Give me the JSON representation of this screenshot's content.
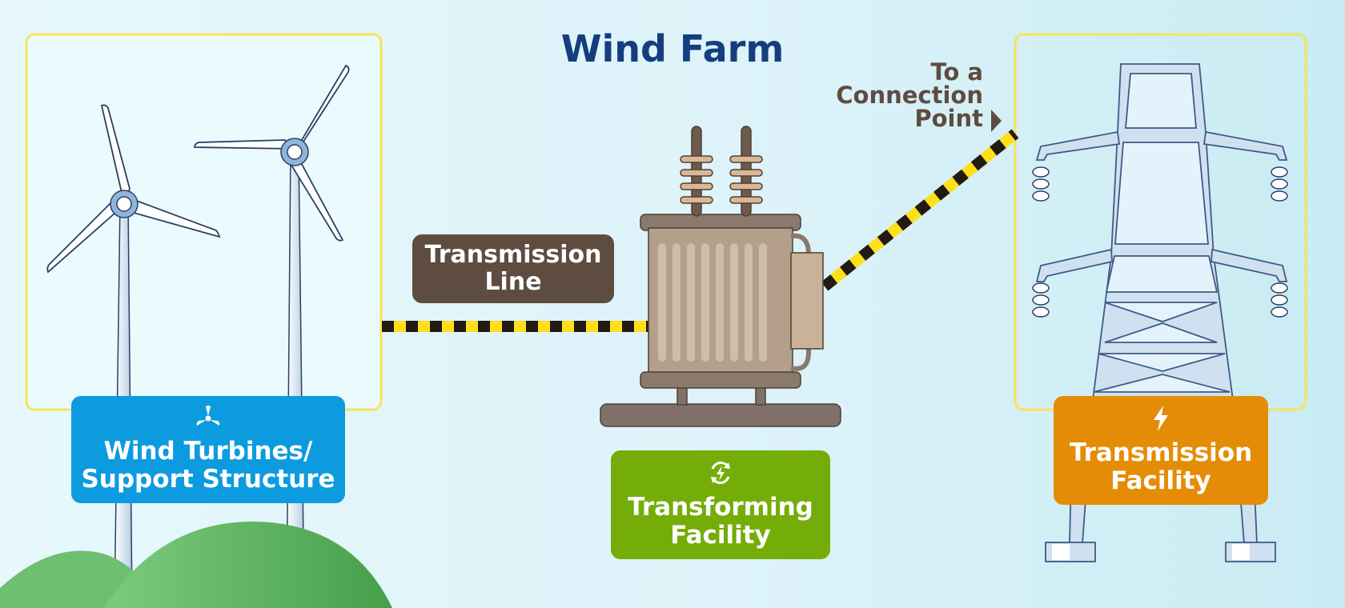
{
  "title": "Wind Farm",
  "labels": {
    "turbines": "Wind Turbines/\nSupport Structure",
    "transmission_line": "Transmission\nLine",
    "transforming": "Transforming\nFacility",
    "transmission_facility": "Transmission\nFacility",
    "connection_point": "To a\nConnection\nPoint"
  },
  "icons": {
    "turbines": "turbine-icon",
    "transforming": "cycle-bolt-icon",
    "transmission_facility": "lightning-icon"
  },
  "colors": {
    "title": "#153e7e",
    "turbine_label": "#0d9be0",
    "transforming_label": "#75ad08",
    "transmission_facility_label": "#e58c06",
    "transmission_line_label": "#5e4c40",
    "frame_outline": "#f7e45a",
    "cable_yellow": "#fde01a",
    "cable_dark": "#231a14"
  }
}
